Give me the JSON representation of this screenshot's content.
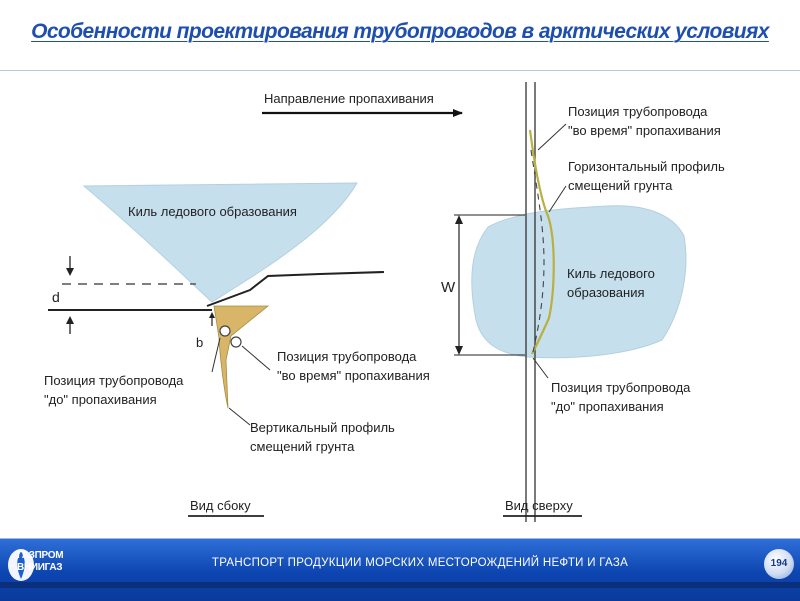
{
  "slide": {
    "title": "Особенности проектирования трубопроводов в арктических условиях",
    "page_number": "194"
  },
  "footer": {
    "caption": "ТРАНСПОРТ  ПРОДУКЦИИ МОРСКИХ МЕСТОРОЖДЕНИЙ  НЕФТИ И ГАЗА",
    "logo_line1": "ГАЗПРОМ",
    "logo_line2": "ВНИИГАЗ"
  },
  "diagram": {
    "direction_label": "Направление пропахивания",
    "side_view": {
      "keel_label": "Киль ледового образования",
      "d_label": "d",
      "b_label": "b",
      "pipe_during_line1": "Позиция трубопровода",
      "pipe_during_line2": "\"во время\" пропахивания",
      "pipe_before_line1": "Позиция трубопровода",
      "pipe_before_line2": "\"до\" пропахивания",
      "profile_line1": "Вертикальный профиль",
      "profile_line2": "смещений грунта",
      "caption": "Вид сбоку"
    },
    "top_view": {
      "pipe_during_line1": "Позиция трубопровода",
      "pipe_during_line2": "\"во время\" пропахивания",
      "profile_line1": "Горизонтальный профиль",
      "profile_line2": "смещений грунта",
      "keel_line1": "Киль ледового",
      "keel_line2": "образования",
      "w_label": "W",
      "pipe_before_line1": "Позиция трубопровода",
      "pipe_before_line2": "\"до\" пропахивания",
      "caption": "Вид сверху"
    },
    "colors": {
      "ice": "#c6dfec",
      "soil": "#d8b568",
      "pipe_path": "#b9b040",
      "title": "#1e4fae"
    }
  }
}
